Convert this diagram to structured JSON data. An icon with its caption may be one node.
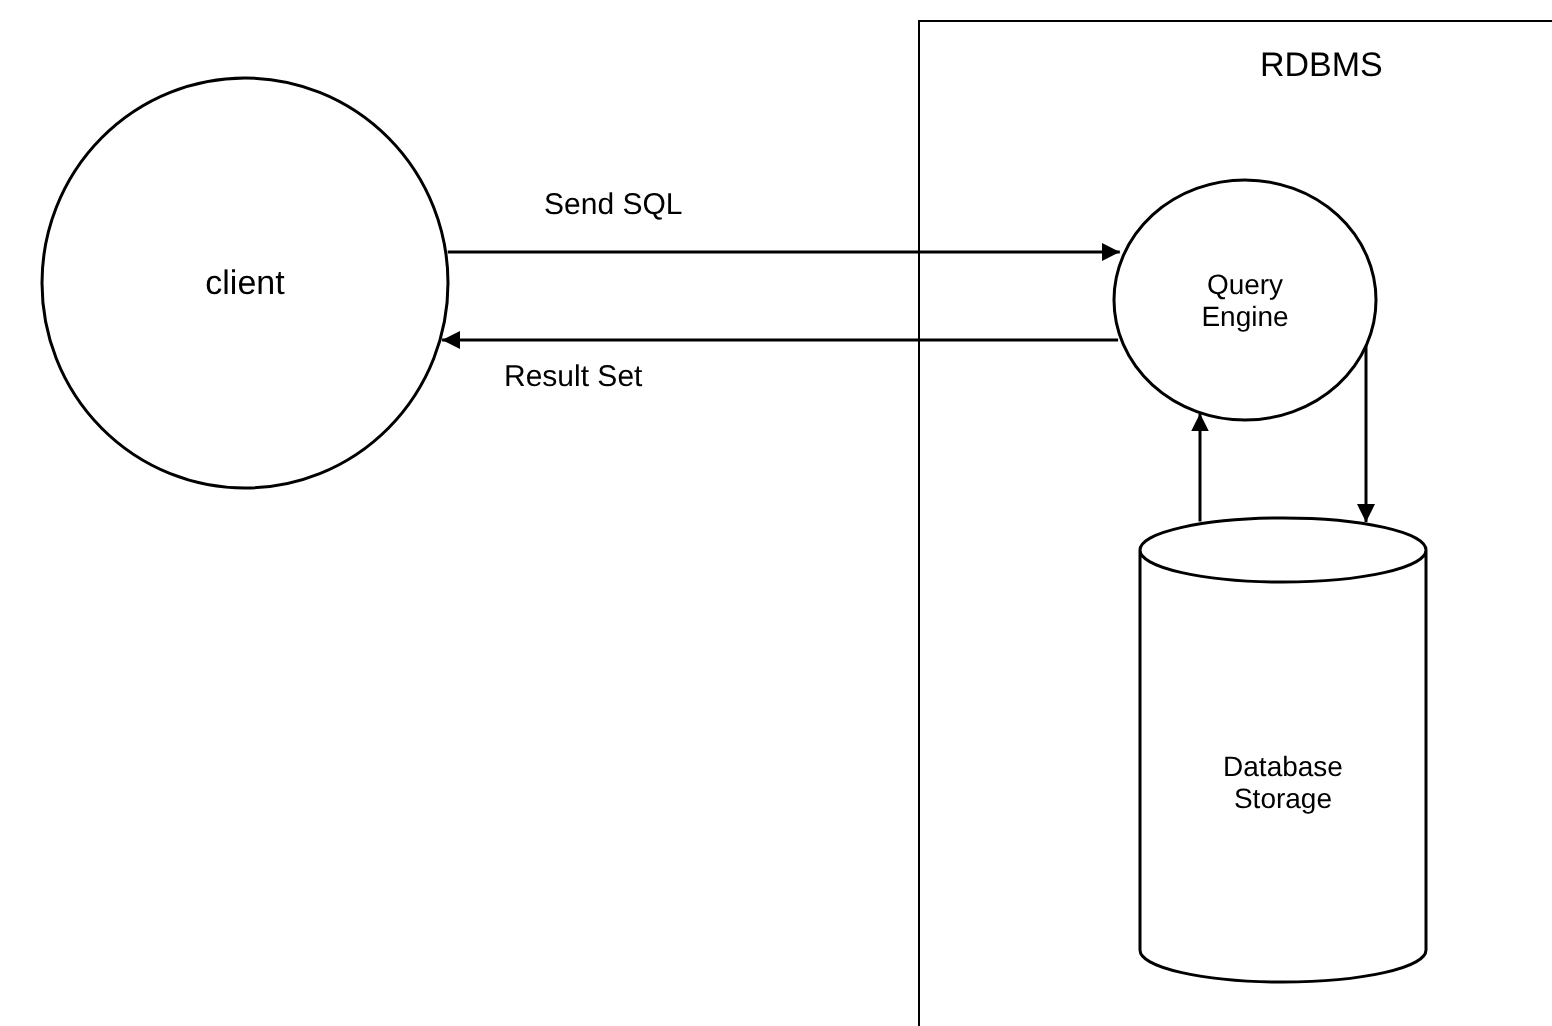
{
  "diagram": {
    "nodes": [
      {
        "text": [
          "RDBMS"
        ]
      },
      {
        "text": [
          "client"
        ]
      },
      {
        "text": [
          "Query Engine"
        ],
        "in": 0
      },
      {
        "text": [
          "Database Storage"
        ],
        "in": 0
      }
    ],
    "edges": [
      {
        "from": 1,
        "to": 2,
        "arrow": "to",
        "label": "Send SQL"
      },
      {
        "from": 2,
        "to": 1,
        "arrow": "to",
        "label": "Result Set"
      },
      {
        "from": 2,
        "to": 3,
        "arrow": "to"
      },
      {
        "from": 3,
        "to": 2,
        "arrow": "to"
      }
    ]
  }
}
